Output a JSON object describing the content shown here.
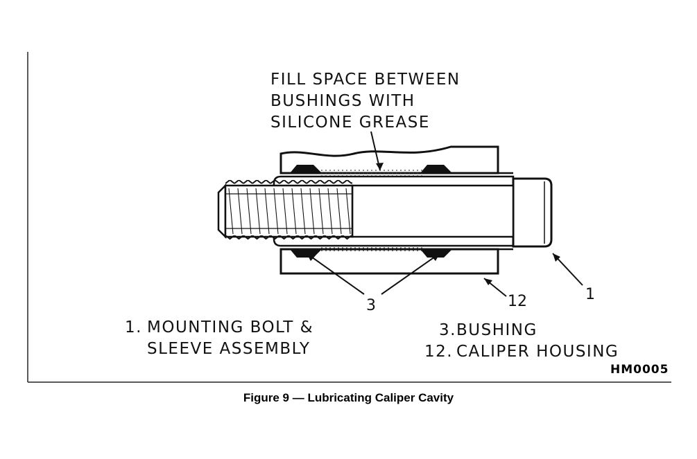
{
  "callout": {
    "lines": [
      "FILL SPACE BETWEEN",
      "BUSHINGS WITH",
      "SILICONE GREASE"
    ]
  },
  "part_numbers": {
    "bushing": "3",
    "caliper_housing": "12",
    "mounting_bolt": "1"
  },
  "legend": {
    "left": [
      {
        "key": "1.",
        "text": "MOUNTING BOLT &"
      },
      {
        "key": "",
        "text": "SLEEVE ASSEMBLY"
      }
    ],
    "right": [
      {
        "key": "3.",
        "text": "BUSHING"
      },
      {
        "key": "12.",
        "text": "CALIPER HOUSING"
      }
    ]
  },
  "figure_code": "HM0005",
  "caption": "Figure 9 — Lubricating Caliper Cavity"
}
